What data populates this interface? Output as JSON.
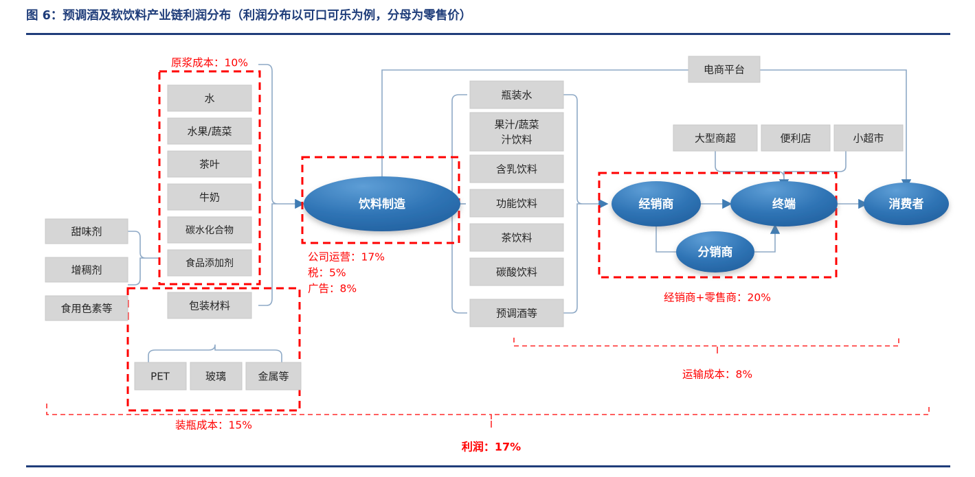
{
  "header": {
    "title": "图 6：预调酒及软饮料产业链利润分布（利润分布以可口可乐为例，分母为零售价）",
    "accent_color": "#1f3d7a"
  },
  "colors": {
    "box_fill": "#d6d6d6",
    "ellipse_blue": "#2e75b6",
    "red_annotation": "#ff0000",
    "connector": "#8ea9c6"
  },
  "chart_data": {
    "type": "diagram",
    "title": "预调酒及软饮料产业链利润分布",
    "subtitle": "利润分布以可口可乐为例，分母为零售价",
    "cost_breakdown": [
      {
        "label": "原浆成本",
        "value": "10%"
      },
      {
        "label": "装瓶成本",
        "value": "15%"
      },
      {
        "label": "公司运营",
        "value": "17%"
      },
      {
        "label": "税",
        "value": "5%"
      },
      {
        "label": "广告",
        "value": "8%"
      },
      {
        "label": "经销商+零售商",
        "value": "20%"
      },
      {
        "label": "运输成本",
        "value": "8%"
      },
      {
        "label": "利润",
        "value": "17%"
      }
    ]
  },
  "additives": {
    "items": [
      {
        "label": "甜味剂"
      },
      {
        "label": "增稠剂"
      },
      {
        "label": "食用色素等"
      }
    ]
  },
  "raw_materials": {
    "group_label": "原浆成本：10%",
    "items": [
      {
        "label": "水"
      },
      {
        "label": "水果/蔬菜"
      },
      {
        "label": "茶叶"
      },
      {
        "label": "牛奶"
      },
      {
        "label": "碳水化合物"
      },
      {
        "label": "食品添加剂"
      }
    ],
    "packaging_label": "包装材料"
  },
  "packaging": {
    "group_label": "装瓶成本：15%",
    "items": [
      {
        "label": "PET"
      },
      {
        "label": "玻璃"
      },
      {
        "label": "金属等"
      }
    ]
  },
  "manufacturing": {
    "node_label": "饮料制造",
    "costs": [
      "公司运营：17%",
      "税：5%",
      "广告：8%"
    ]
  },
  "products": {
    "items": [
      {
        "label": "瓶装水",
        "line2": ""
      },
      {
        "label": "果汁/蔬菜",
        "line2": "汁饮料"
      },
      {
        "label": "含乳饮料",
        "line2": ""
      },
      {
        "label": "功能饮料",
        "line2": ""
      },
      {
        "label": "茶饮料",
        "line2": ""
      },
      {
        "label": "碳酸饮料",
        "line2": ""
      },
      {
        "label": "预调酒等",
        "line2": ""
      }
    ]
  },
  "channels": {
    "ecommerce": "电商平台",
    "retail": [
      {
        "label": "大型商超"
      },
      {
        "label": "便利店"
      },
      {
        "label": "小超市"
      }
    ]
  },
  "distribution": {
    "nodes": [
      {
        "label": "经销商"
      },
      {
        "label": "分销商"
      },
      {
        "label": "终端"
      }
    ],
    "group_label": "经销商+零售商：20%"
  },
  "consumer": {
    "node_label": "消费者"
  },
  "footer": {
    "transport_label": "运输成本：8%",
    "profit_label": "利润：17%"
  }
}
